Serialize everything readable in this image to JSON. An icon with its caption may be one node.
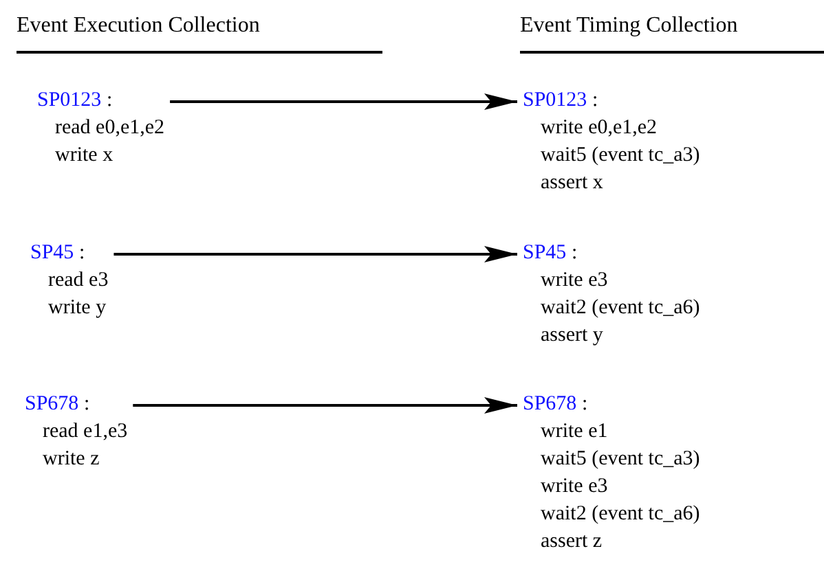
{
  "diagram": {
    "nodes": [
      {
        "text": [
          "SP0123 :",
          "read e0,e1,e2",
          "write x"
        ]
      },
      {
        "text": [
          "SP45 :",
          "read e3",
          "write y"
        ]
      },
      {
        "text": [
          "SP678 :",
          "read e1,e3",
          "write z"
        ]
      },
      {
        "text": [
          "SP0123 :",
          "write e0,e1,e2",
          "wait5 (event tc_a3)",
          "assert x"
        ]
      },
      {
        "text": [
          "SP45 :",
          "write e3",
          "wait2 (event tc_a6)",
          "assert y"
        ]
      },
      {
        "text": [
          "SP678 :",
          "write e1",
          "wait5 (event tc_a3)",
          "write e3",
          "wait2 (event tc_a6)",
          "assert z"
        ]
      }
    ],
    "edges": [
      {
        "from": 0,
        "to": 3,
        "arrow": "to"
      },
      {
        "from": 1,
        "to": 4,
        "arrow": "to"
      },
      {
        "from": 2,
        "to": 5,
        "arrow": "to"
      }
    ],
    "labels": [
      "Event Execution Collection",
      "Event Timing Collection"
    ]
  }
}
